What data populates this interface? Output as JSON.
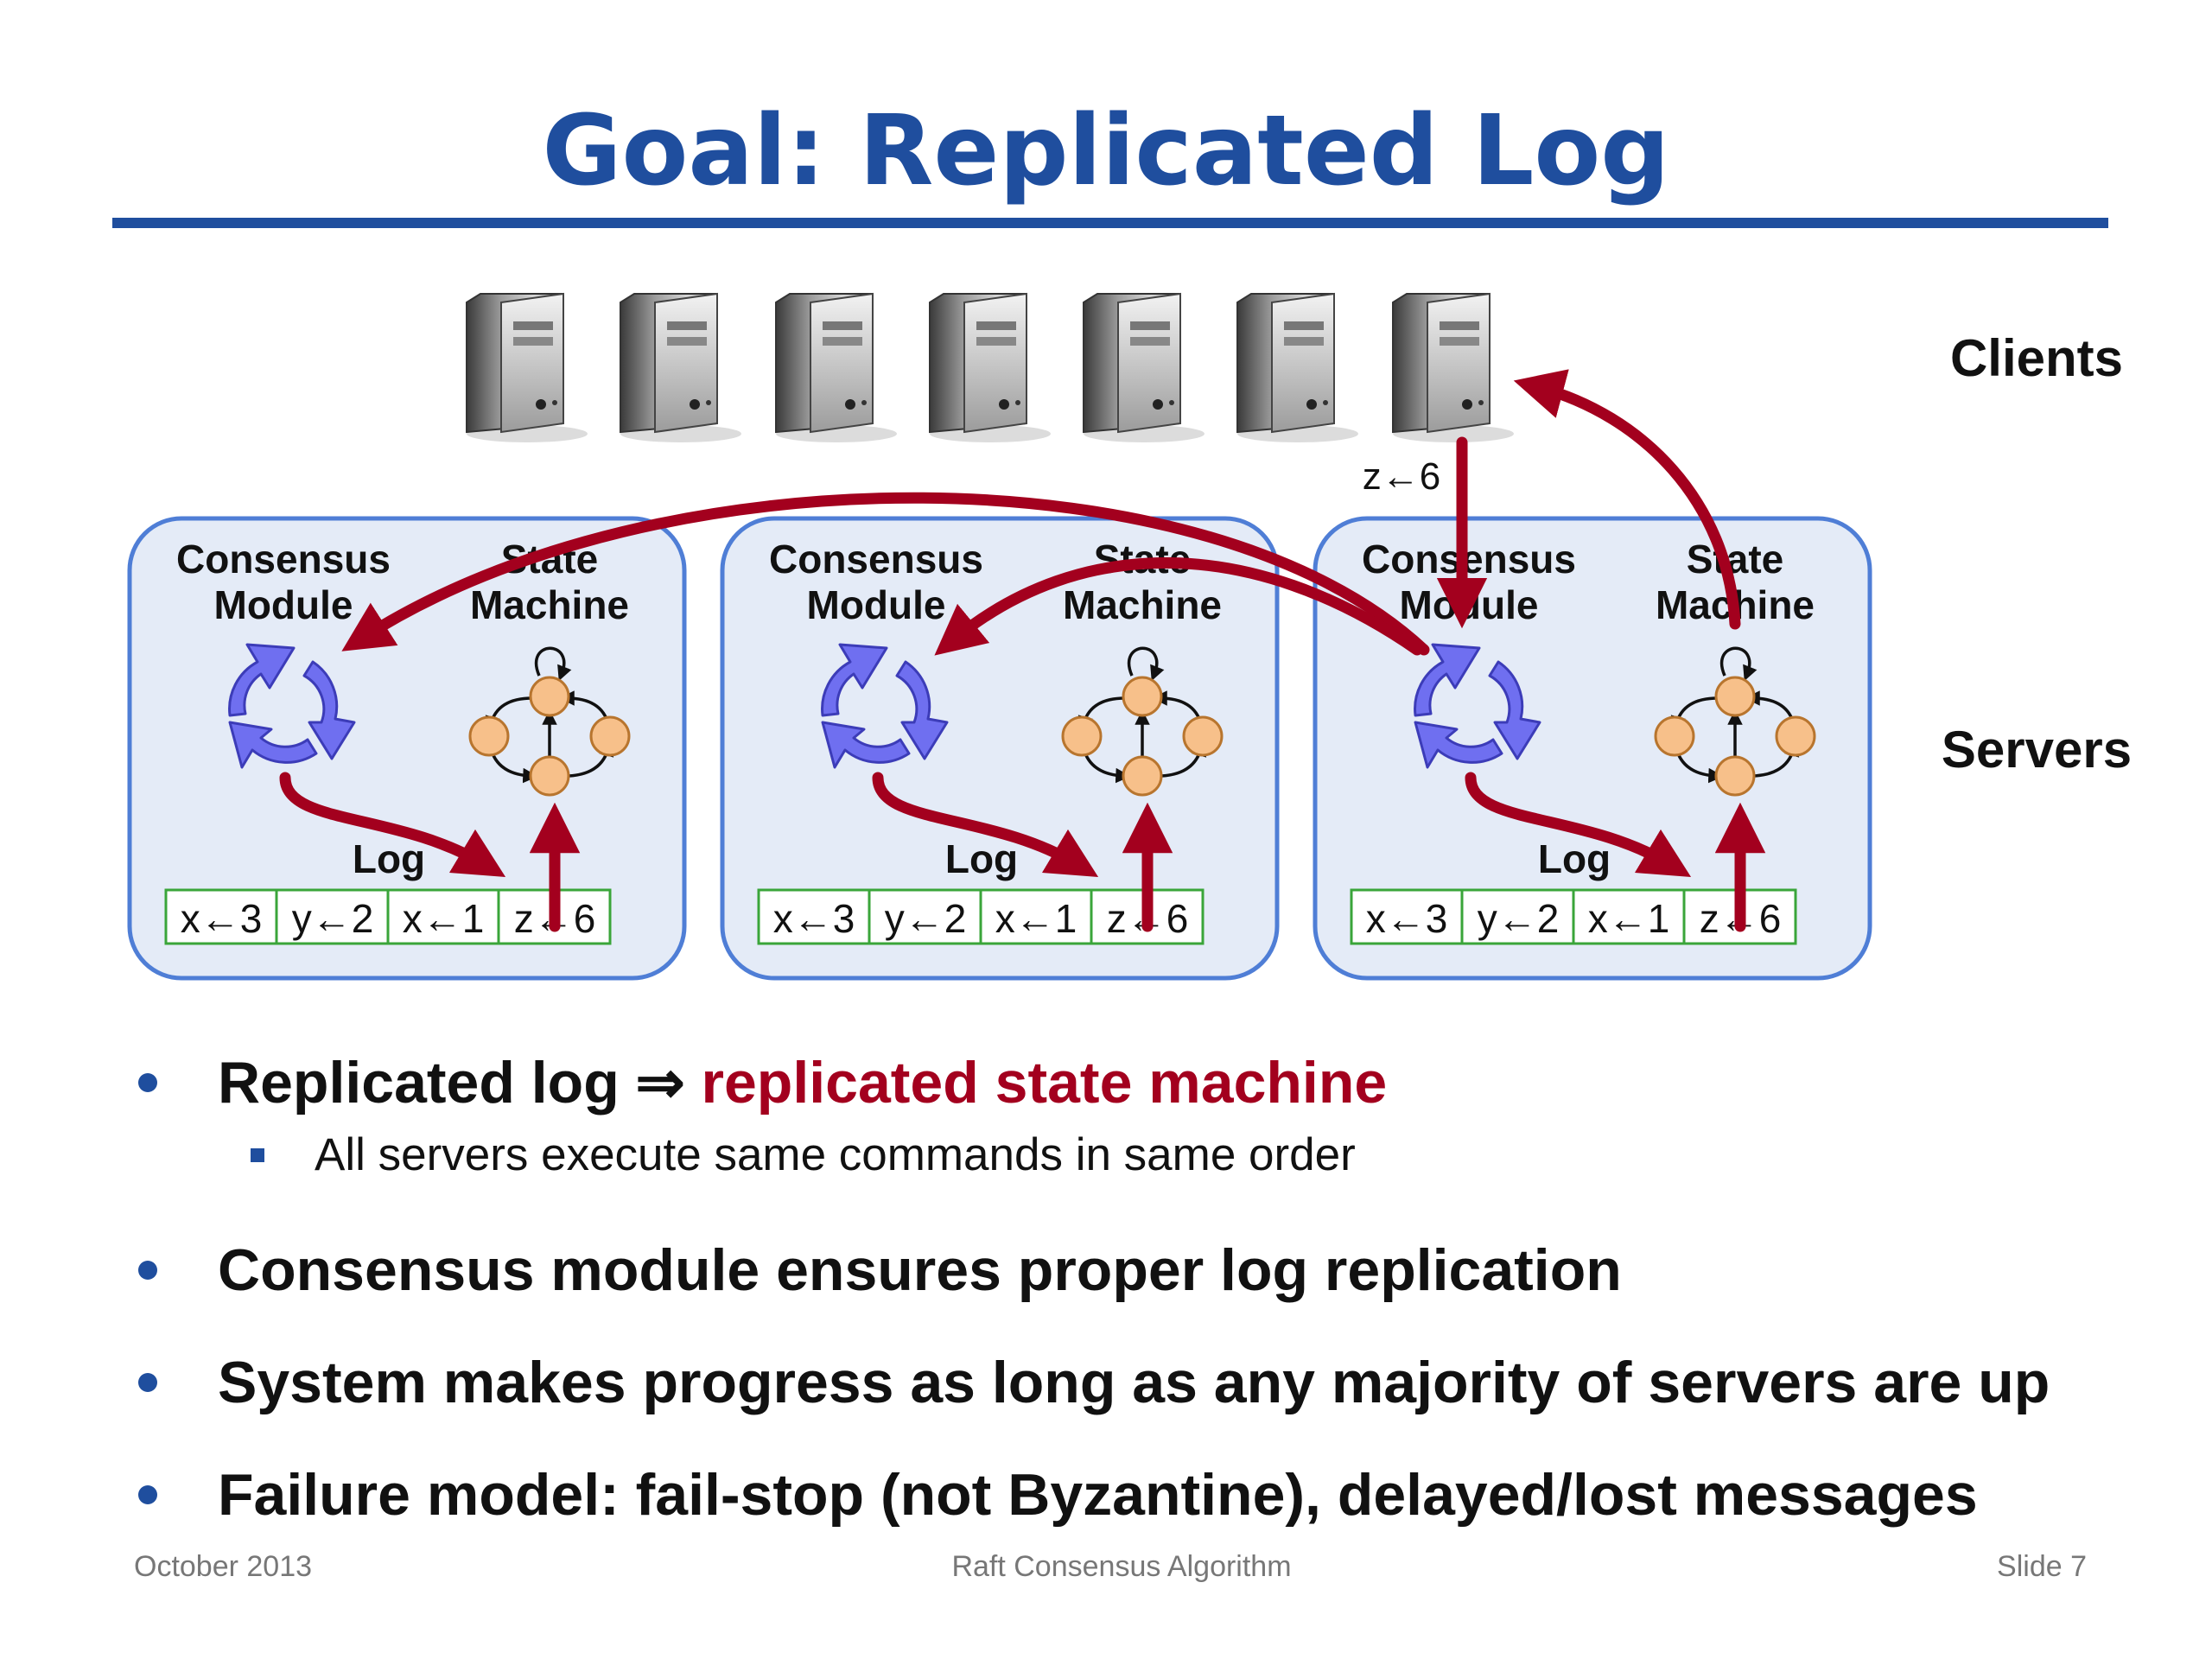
{
  "slide": {
    "title": "Goal: Replicated Log",
    "footer": {
      "date": "October 2013",
      "center": "Raft Consensus Algorithm",
      "slide_number": "Slide 7"
    }
  },
  "diagram": {
    "clients_label": "Clients",
    "servers_label": "Servers",
    "client_count": 7,
    "request_label": "z←6",
    "servers": [
      {
        "consensus_label": [
          "Consensus",
          "Module"
        ],
        "state_label": [
          "State",
          "Machine"
        ],
        "log_label": "Log",
        "log_entries": [
          "x←3",
          "y←2",
          "x←1",
          "z←6"
        ]
      },
      {
        "consensus_label": [
          "Consensus",
          "Module"
        ],
        "state_label": [
          "State",
          "Machine"
        ],
        "log_label": "Log",
        "log_entries": [
          "x←3",
          "y←2",
          "x←1",
          "z←6"
        ]
      },
      {
        "consensus_label": [
          "Consensus",
          "Module"
        ],
        "state_label": [
          "State",
          "Machine"
        ],
        "log_label": "Log",
        "log_entries": [
          "x←3",
          "y←2",
          "x←1",
          "z←6"
        ]
      }
    ],
    "colors": {
      "title_blue": "#1f4e9e",
      "arrow_red": "#a3001e",
      "server_fill": "#e4ebf7",
      "server_stroke": "#4f7ed6",
      "consensus_icon": "#6f6ff0",
      "state_node": "#f7c08a",
      "log_cell_stroke": "#3aa53a"
    }
  },
  "bullets": [
    {
      "text": "Replicated log ⇒ ",
      "emphasis": "replicated state machine",
      "sub": [
        "All servers execute same commands in same order"
      ]
    },
    {
      "text": "Consensus module ensures proper log replication"
    },
    {
      "text": "System makes progress as long as any majority of servers are up"
    },
    {
      "text": "Failure model: fail-stop (not Byzantine), delayed/lost messages"
    }
  ]
}
